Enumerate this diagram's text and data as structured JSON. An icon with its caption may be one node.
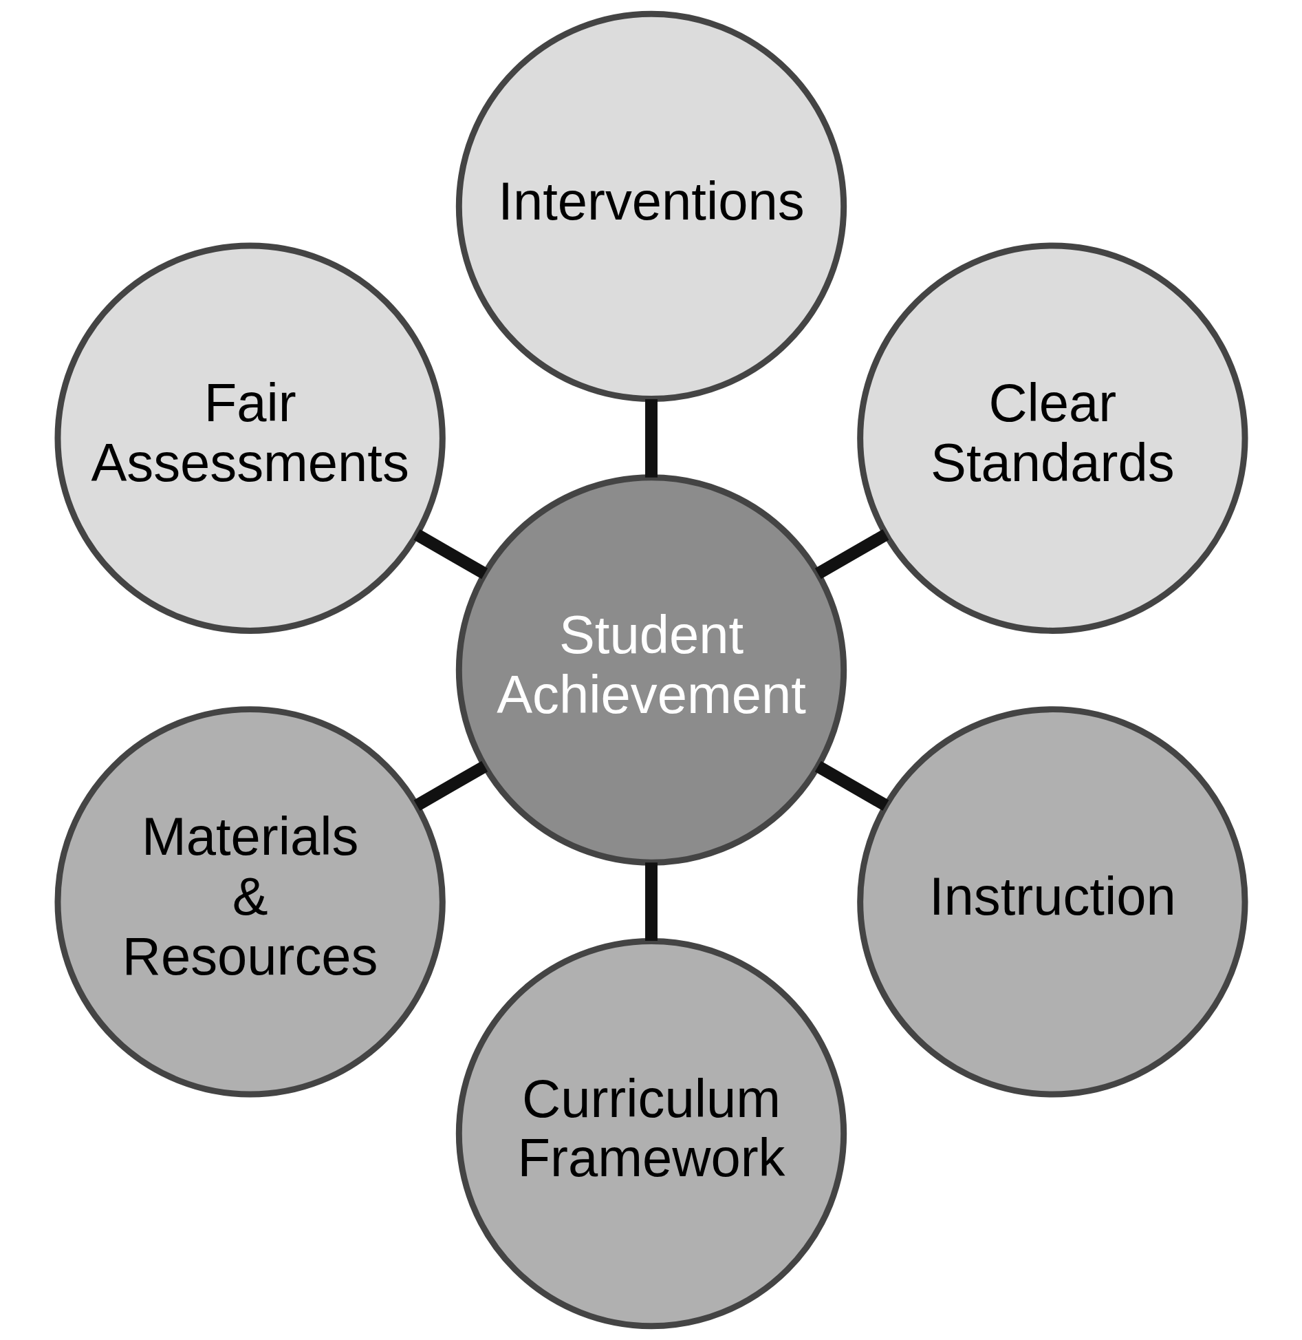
{
  "diagram": {
    "nodes": [
      {
        "text": [
          "Clear Standards"
        ]
      },
      {
        "text": [
          "Interventions"
        ]
      },
      {
        "text": [
          "Fair Assessments"
        ]
      },
      {
        "text": [
          "Student Achievement"
        ]
      },
      {
        "text": [
          "Materials & Resources"
        ]
      },
      {
        "text": [
          "Curriculum Framework"
        ]
      },
      {
        "text": [
          "Instruction"
        ]
      }
    ],
    "edges": [
      {
        "from": 3,
        "to": 0,
        "arrow": "none"
      },
      {
        "from": 3,
        "to": 2,
        "arrow": "none"
      },
      {
        "from": 3,
        "to": 5,
        "arrow": "none"
      },
      {
        "from": 3,
        "to": 6,
        "arrow": "none"
      },
      {
        "from": 3,
        "to": 4,
        "arrow": "none"
      },
      {
        "from": 3,
        "to": 1,
        "arrow": "none"
      }
    ]
  }
}
